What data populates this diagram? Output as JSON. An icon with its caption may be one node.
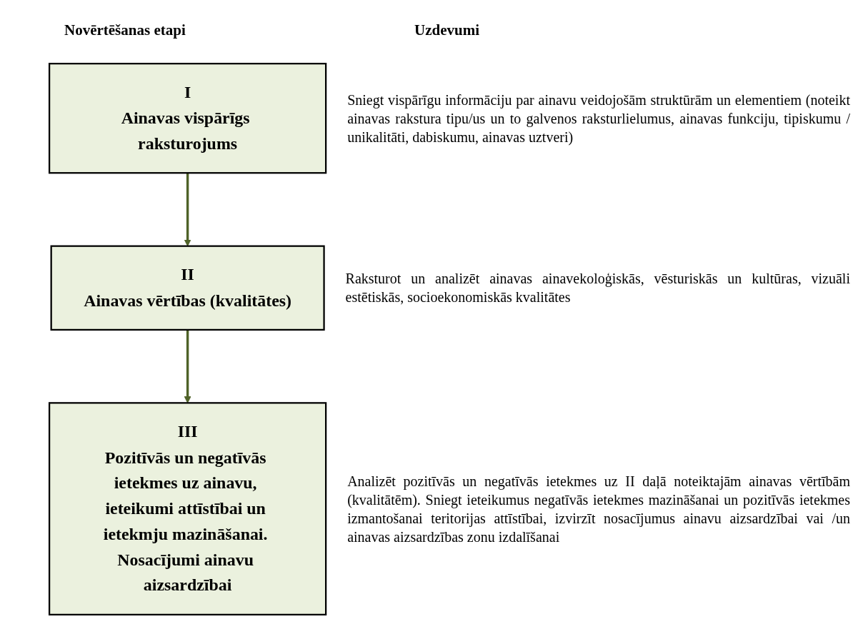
{
  "diagram": {
    "nodes": [
      {
        "text": [
          "I",
          "Ainavas vispārīgs raksturojums"
        ],
        "beside": [
          "Sniegt vispārīgu informāciju par ainavu veidojošām struktūrām un elementiem (noteikt ainavas rakstura tipu/us un to galvenos raksturlielumus, ainavas funkciju, tipiskumu / unikalitāti, dabiskumu, ainavas uztveri)"
        ]
      },
      {
        "text": [
          "II",
          "Ainavas vērtības (kvalitātes)"
        ],
        "beside": [
          "Raksturot un analizēt ainavas ainavekoloģiskās, vēsturiskās un kultūras, vizuāli estētiskās, socioekonomiskās kvalitātes"
        ]
      },
      {
        "text": [
          "III",
          "Pozitīvās un negatīvās ietekmes uz ainavu, ieteikumi attīstībai un ietekmju mazināšanai. Nosacījumi ainavu aizsardzībai"
        ],
        "beside": [
          "Analizēt pozitīvās un negatīvās ietekmes uz II daļā noteiktajām ainavas vērtībām (kvalitātēm). Sniegt ieteikumus negatīvās ietekmes mazināšanai un pozitīvās ietekmes izmantošanai teritorijas attīstībai, izvirzīt nosacījumus ainavu aizsardzībai vai /un ainavas aizsardzības zonu izdalīšanai"
        ]
      }
    ],
    "edges": [
      {
        "from": 0,
        "to": 1,
        "arrow": "to"
      },
      {
        "from": 1,
        "to": 2,
        "arrow": "to"
      }
    ],
    "labels": [
      "Novērtēšanas etapi",
      "Uzdevumi"
    ]
  }
}
